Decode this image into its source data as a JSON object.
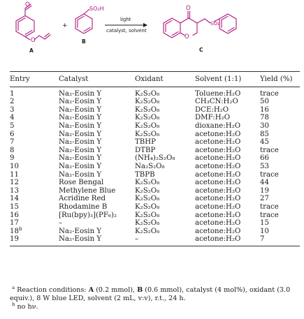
{
  "scheme": {
    "reagent_b_group": "SO₂H",
    "arrow_top": "light",
    "arrow_bottom": "catalyst, solvent",
    "label_a": "A",
    "label_b": "B",
    "label_c": "C",
    "plus": "+",
    "product_group": "SO₂"
  },
  "table": {
    "headers": [
      "Entry",
      "Catalyst",
      "Oxidant",
      "Solvent (1:1)",
      "Yield (%)"
    ],
    "rows": [
      {
        "entry": "1",
        "sup": "",
        "catalyst": "Na₂-Eosin Y",
        "oxidant": "K₂S₂O₈",
        "solvent": "Toluene:H₂O",
        "yield": "trace"
      },
      {
        "entry": "2",
        "sup": "",
        "catalyst": "Na₂-Eosin Y",
        "oxidant": "K₂S₂O₈",
        "solvent": "CH₃CN:H₂O",
        "yield": "50"
      },
      {
        "entry": "3",
        "sup": "",
        "catalyst": "Na₂-Eosin Y",
        "oxidant": "K₂S₂O₈",
        "solvent": "DCE:H₂O",
        "yield": "16"
      },
      {
        "entry": "4",
        "sup": "",
        "catalyst": "Na₂-Eosin Y",
        "oxidant": "K₂S₂O₈",
        "solvent": "DMF:H₂O",
        "yield": "78"
      },
      {
        "entry": "5",
        "sup": "",
        "catalyst": "Na₂-Eosin Y",
        "oxidant": "K₂S₂O₈",
        "solvent": "dioxane:H₂O",
        "yield": "30"
      },
      {
        "entry": "6",
        "sup": "",
        "catalyst": "Na₂-Eosin Y",
        "oxidant": "K₂S₂O₈",
        "solvent": "acetone:H₂O",
        "yield": "85"
      },
      {
        "entry": "7",
        "sup": "",
        "catalyst": "Na₂-Eosin Y",
        "oxidant": "TBHP",
        "solvent": "acetone:H₂O",
        "yield": "45"
      },
      {
        "entry": "8",
        "sup": "",
        "catalyst": "Na₂-Eosin Y",
        "oxidant": "DTBP",
        "solvent": "acetone:H₂O",
        "yield": "trace"
      },
      {
        "entry": "9",
        "sup": "",
        "catalyst": "Na₂-Eosin Y",
        "oxidant": "(NH₄)₂S₂O₈",
        "solvent": "acetone:H₂O",
        "yield": "66"
      },
      {
        "entry": "10",
        "sup": "",
        "catalyst": "Na₂-Eosin Y",
        "oxidant": "Na₂S₂O₈",
        "solvent": "acetone:H₂O",
        "yield": "53"
      },
      {
        "entry": "11",
        "sup": "",
        "catalyst": "Na₂-Eosin Y",
        "oxidant": "TBPB",
        "solvent": "acetone:H₂O",
        "yield": "trace"
      },
      {
        "entry": "12",
        "sup": "",
        "catalyst": "Rose Bengal",
        "oxidant": "K₂S₂O₈",
        "solvent": "acetone:H₂O",
        "yield": "44"
      },
      {
        "entry": "13",
        "sup": "",
        "catalyst": "Methylene Blue",
        "oxidant": "K₂S₂O₈",
        "solvent": "acetone:H₂O",
        "yield": "19"
      },
      {
        "entry": "14",
        "sup": "",
        "catalyst": "Acridine Red",
        "oxidant": "K₂S₂O₈",
        "solvent": "acetone:H₂O",
        "yield": "27"
      },
      {
        "entry": "15",
        "sup": "",
        "catalyst": "Rhodamine B",
        "oxidant": "K₂S₂O₈",
        "solvent": "acetone:H₂O",
        "yield": "trace"
      },
      {
        "entry": "16",
        "sup": "",
        "catalyst": "[Ru(bpy)₃](PF₆)₂",
        "oxidant": "K₂S₂O₈",
        "solvent": "acetone:H₂O",
        "yield": "trace"
      },
      {
        "entry": "17",
        "sup": "",
        "catalyst": "–",
        "oxidant": "K₂S₂O₈",
        "solvent": "acetone:H₂O",
        "yield": "15"
      },
      {
        "entry": "18",
        "sup": "b",
        "catalyst": "Na₂-Eosin Y",
        "oxidant": "K₂S₂O₈",
        "solvent": "acetone:H₂O",
        "yield": "10"
      },
      {
        "entry": "19",
        "sup": "",
        "catalyst": "Na₂-Eosin Y",
        "oxidant": "–",
        "solvent": "acetone:H₂O",
        "yield": "7"
      }
    ]
  },
  "footnotes": {
    "a_mark": "a",
    "a_parts": [
      "Reaction conditions: ",
      "A",
      " (0.2 mmol), ",
      "B",
      " (0.6 mmol), catalyst (4 mol%), oxidant (3.0 equiv.), 8 W blue LED, solvent (2 mL, v:v), r.t., 24 h."
    ],
    "b_mark": "b",
    "b_text": "no hν."
  },
  "colors": {
    "structure": "#b0157f",
    "rule": "#333333",
    "text": "#1a1a1a"
  }
}
